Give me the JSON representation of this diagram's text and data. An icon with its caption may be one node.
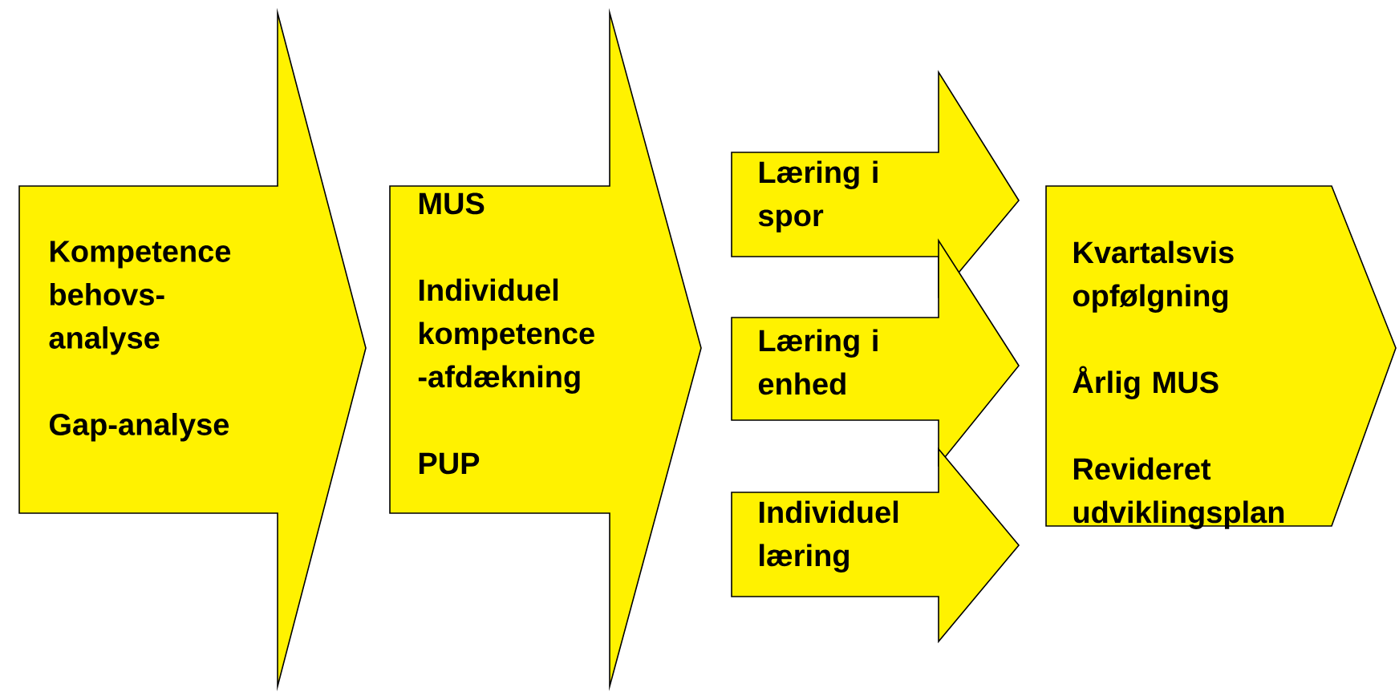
{
  "diagram": {
    "nodes": [
      {
        "text": [
          "Kompetence behovs-analyse",
          "Gap-analyse"
        ]
      },
      {
        "text": [
          "MUS",
          "Individuel kompetence -afdækning",
          "PUP"
        ]
      },
      {
        "text": [
          "Læring i spor"
        ]
      },
      {
        "text": [
          "Læring i enhed"
        ]
      },
      {
        "text": [
          "Individuel læring"
        ]
      },
      {
        "text": [
          "Kvartalsvis opfølgning",
          "Årlig MUS",
          "Revideret udviklingsplan"
        ]
      }
    ]
  }
}
